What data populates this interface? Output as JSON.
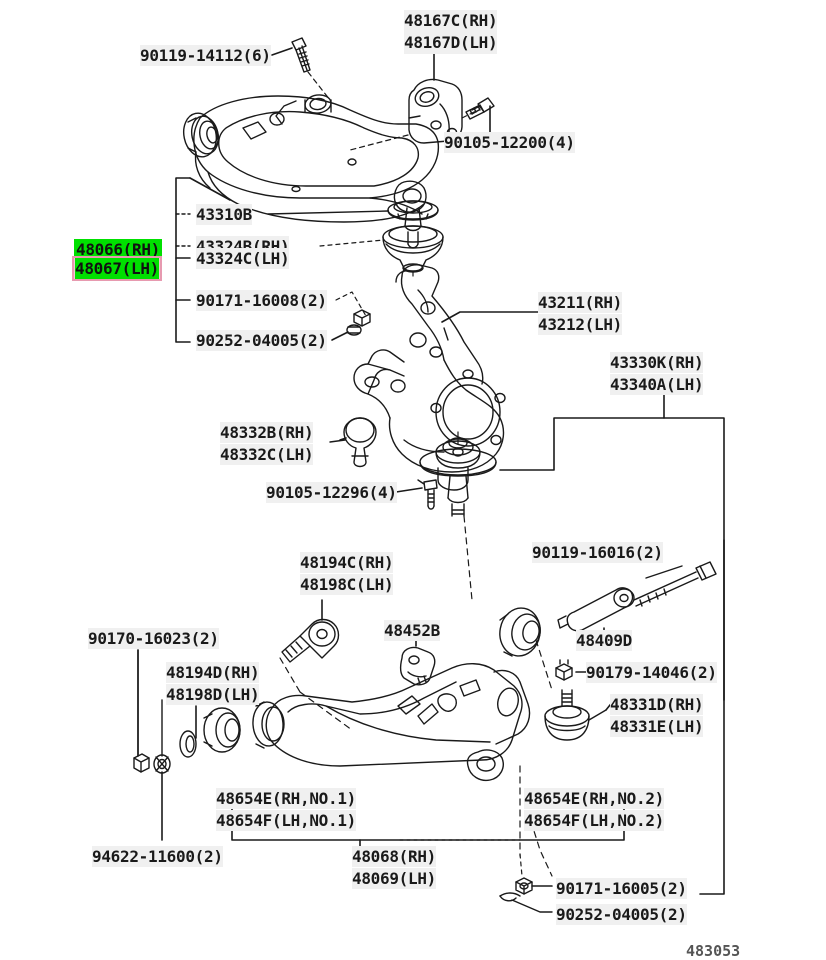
{
  "diagram": {
    "title": "Toyota front suspension exploded parts diagram",
    "figure_number": "483053",
    "highlight_color": "#00e000",
    "selection_box_color": "#e79ab0",
    "label_background": "#f0f0f0",
    "line_color": "#1a1a1a"
  },
  "labels": {
    "upper_arm_bolt": "90119-14112(6)",
    "upper_bracket_rh": "48167C(RH)",
    "upper_bracket_lh": "48167D(LH)",
    "upper_bracket_bolt": "90105-12200(4)",
    "dust_cover_ring": "43310B",
    "dust_boot_rh": "43324B(RH)",
    "dust_boot_lh": "43324C(LH)",
    "upper_arm_rh": "48066(RH)",
    "upper_arm_lh": "48067(LH)",
    "upper_nut": "90171-16008(2)",
    "upper_washer": "90252-04005(2)",
    "knuckle_rh": "43211(RH)",
    "knuckle_lh": "43212(LH)",
    "hub_rh": "43330K(RH)",
    "hub_lh": "43340A(LH)",
    "lower_ball_boot_rh": "48332B(RH)",
    "lower_ball_boot_lh": "48332C(LH)",
    "lower_ball_bolt": "90105-12296(4)",
    "adjust_cam_rh": "48194C(RH)",
    "adjust_cam_lh": "48198C(LH)",
    "cam_plate_rh": "48194D(RH)",
    "cam_plate_lh": "48198D(LH)",
    "lower_arm_nut": "90170-16023(2)",
    "stopper": "48452B",
    "shaft_bolt": "90119-16016(2)",
    "torsion_shaft": "48409D",
    "shaft_nut": "90179-14046(2)",
    "lower_bumper_rh": "48331D(RH)",
    "lower_bumper_lh": "48331E(LH)",
    "bush_no1_rh": "48654E(RH,NO.1)",
    "bush_no1_lh": "48654F(LH,NO.1)",
    "bush_no2_rh": "48654E(RH,NO.2)",
    "bush_no2_lh": "48654F(LH,NO.2)",
    "lower_arm_rh": "48068(RH)",
    "lower_arm_lh": "48069(LH)",
    "washer_94622": "94622-11600(2)",
    "bottom_nut": "90171-16005(2)",
    "bottom_washer": "90252-04005(2)",
    "figure_id": "483053"
  }
}
